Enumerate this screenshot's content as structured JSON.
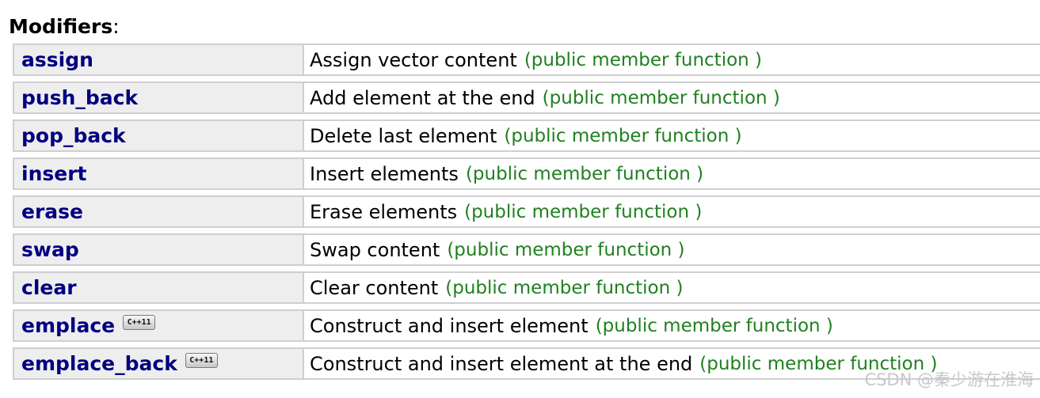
{
  "heading": {
    "label": "Modifiers",
    "suffix": ":"
  },
  "rows": [
    {
      "name": "assign",
      "description": "Assign vector content",
      "kind": "(public member function )"
    },
    {
      "name": "push_back",
      "description": "Add element at the end",
      "kind": "(public member function )"
    },
    {
      "name": "pop_back",
      "description": "Delete last element",
      "kind": "(public member function )"
    },
    {
      "name": "insert",
      "description": "Insert elements",
      "kind": "(public member function )"
    },
    {
      "name": "erase",
      "description": "Erase elements",
      "kind": "(public member function )"
    },
    {
      "name": "swap",
      "description": "Swap content",
      "kind": "(public member function )"
    },
    {
      "name": "clear",
      "description": "Clear content",
      "kind": "(public member function )"
    },
    {
      "name": "emplace",
      "badge": "C++11",
      "description": "Construct and insert element",
      "kind": "(public member function )"
    },
    {
      "name": "emplace_back",
      "badge": "C++11",
      "description": "Construct and insert element at the end",
      "kind": "(public member function )"
    }
  ],
  "watermark": "CSDN @秦少游在淮海",
  "colors": {
    "link": "#000080",
    "kind": "#208020",
    "name_cell_bg": "#eeeeee",
    "border": "#cfcfcf"
  },
  "icons": {
    "badge": "cpp11-icon"
  }
}
